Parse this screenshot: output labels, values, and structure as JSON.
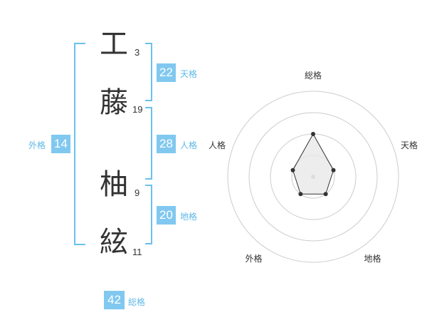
{
  "name": {
    "chars": [
      {
        "char": "工",
        "strokes": "3"
      },
      {
        "char": "藤",
        "strokes": "19"
      },
      {
        "char": "柚",
        "strokes": "9"
      },
      {
        "char": "絃",
        "strokes": "11"
      }
    ]
  },
  "fortunes": {
    "tenkaku": {
      "label": "天格",
      "value": "22"
    },
    "jinkaku": {
      "label": "人格",
      "value": "28"
    },
    "chikaku": {
      "label": "地格",
      "value": "20"
    },
    "gaikaku": {
      "label": "外格",
      "value": "14"
    },
    "soukaku": {
      "label": "総格",
      "value": "42"
    }
  },
  "colors": {
    "accent": "#80c8f0",
    "bracket": "#6cc0ee",
    "text": "#333333"
  },
  "chart_data": {
    "type": "radar",
    "axes": [
      "総格",
      "天格",
      "地格",
      "外格",
      "人格"
    ],
    "levels": 4,
    "max": 4,
    "values": [
      2,
      1,
      1,
      1,
      1
    ]
  }
}
